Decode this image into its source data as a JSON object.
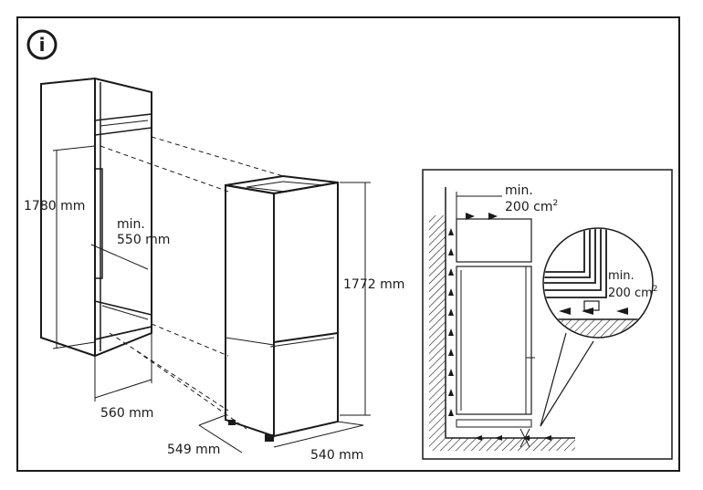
{
  "info_icon": {
    "glyph": "i",
    "name": "info-icon"
  },
  "cabinet": {
    "height_label": "1780 mm",
    "depth_min_label_line1": "min.",
    "depth_min_label_line2": "550 mm",
    "width_label": "560 mm"
  },
  "appliance": {
    "height_label": "1772 mm",
    "depth_label": "549 mm",
    "width_label": "540 mm"
  },
  "ventilation": {
    "top_vent_line1": "min.",
    "top_vent_line2": "200 cm",
    "top_vent_sup": "2",
    "detail_vent_line1": "min.",
    "detail_vent_line2": "200 cm",
    "detail_vent_sup": "2"
  },
  "colors": {
    "ink": "#1a1a1a",
    "background": "#ffffff",
    "wall_hatch": "#1a1a1a"
  }
}
